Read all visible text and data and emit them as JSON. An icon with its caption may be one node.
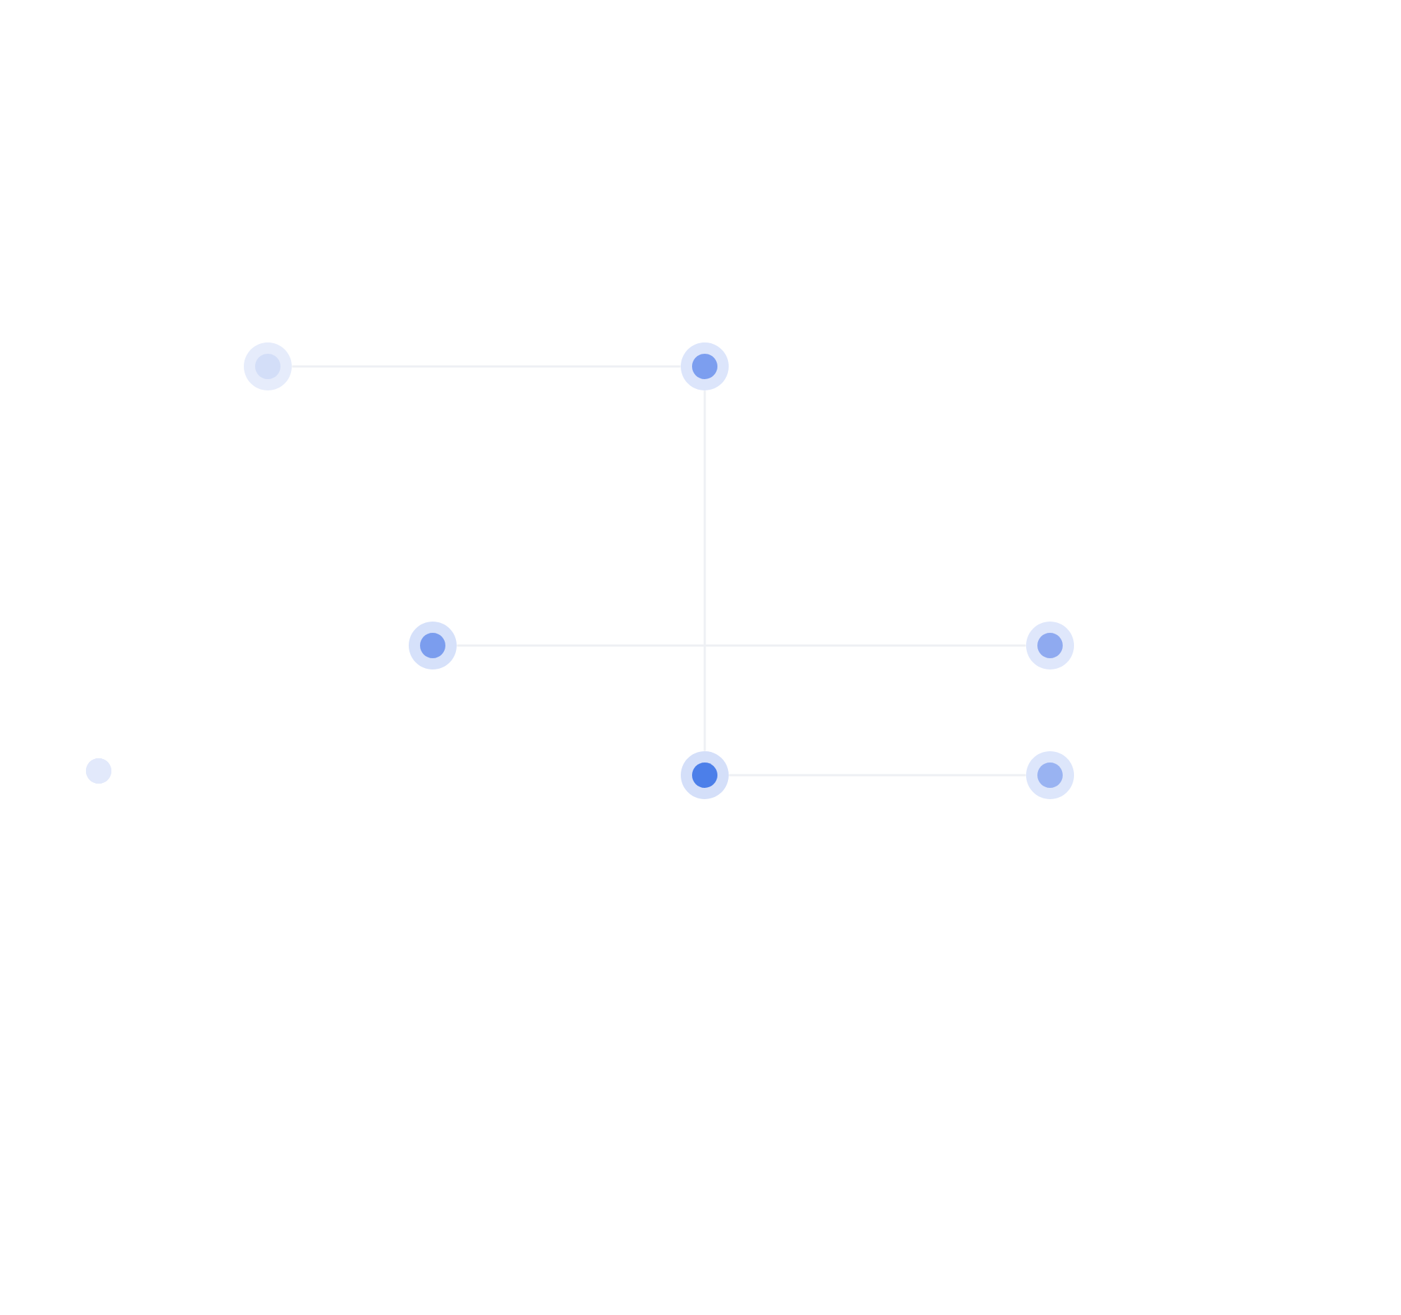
{
  "diagram": {
    "nodes": [
      {
        "text": [],
        "shape": "circle"
      },
      {
        "text": [],
        "shape": "circle"
      },
      {
        "text": [],
        "shape": "circle"
      },
      {
        "text": [],
        "shape": "circle"
      },
      {
        "text": [],
        "shape": "circle"
      },
      {
        "text": [],
        "shape": "circle"
      },
      {
        "text": [],
        "shape": "circle"
      }
    ],
    "edges": [
      {
        "from": 0,
        "to": 1,
        "arrow": "none"
      },
      {
        "from": 2,
        "to": 3,
        "arrow": "none"
      },
      {
        "from": 5,
        "to": 6,
        "arrow": "none"
      },
      {
        "from": 1,
        "to": 5,
        "arrow": "none"
      }
    ]
  }
}
